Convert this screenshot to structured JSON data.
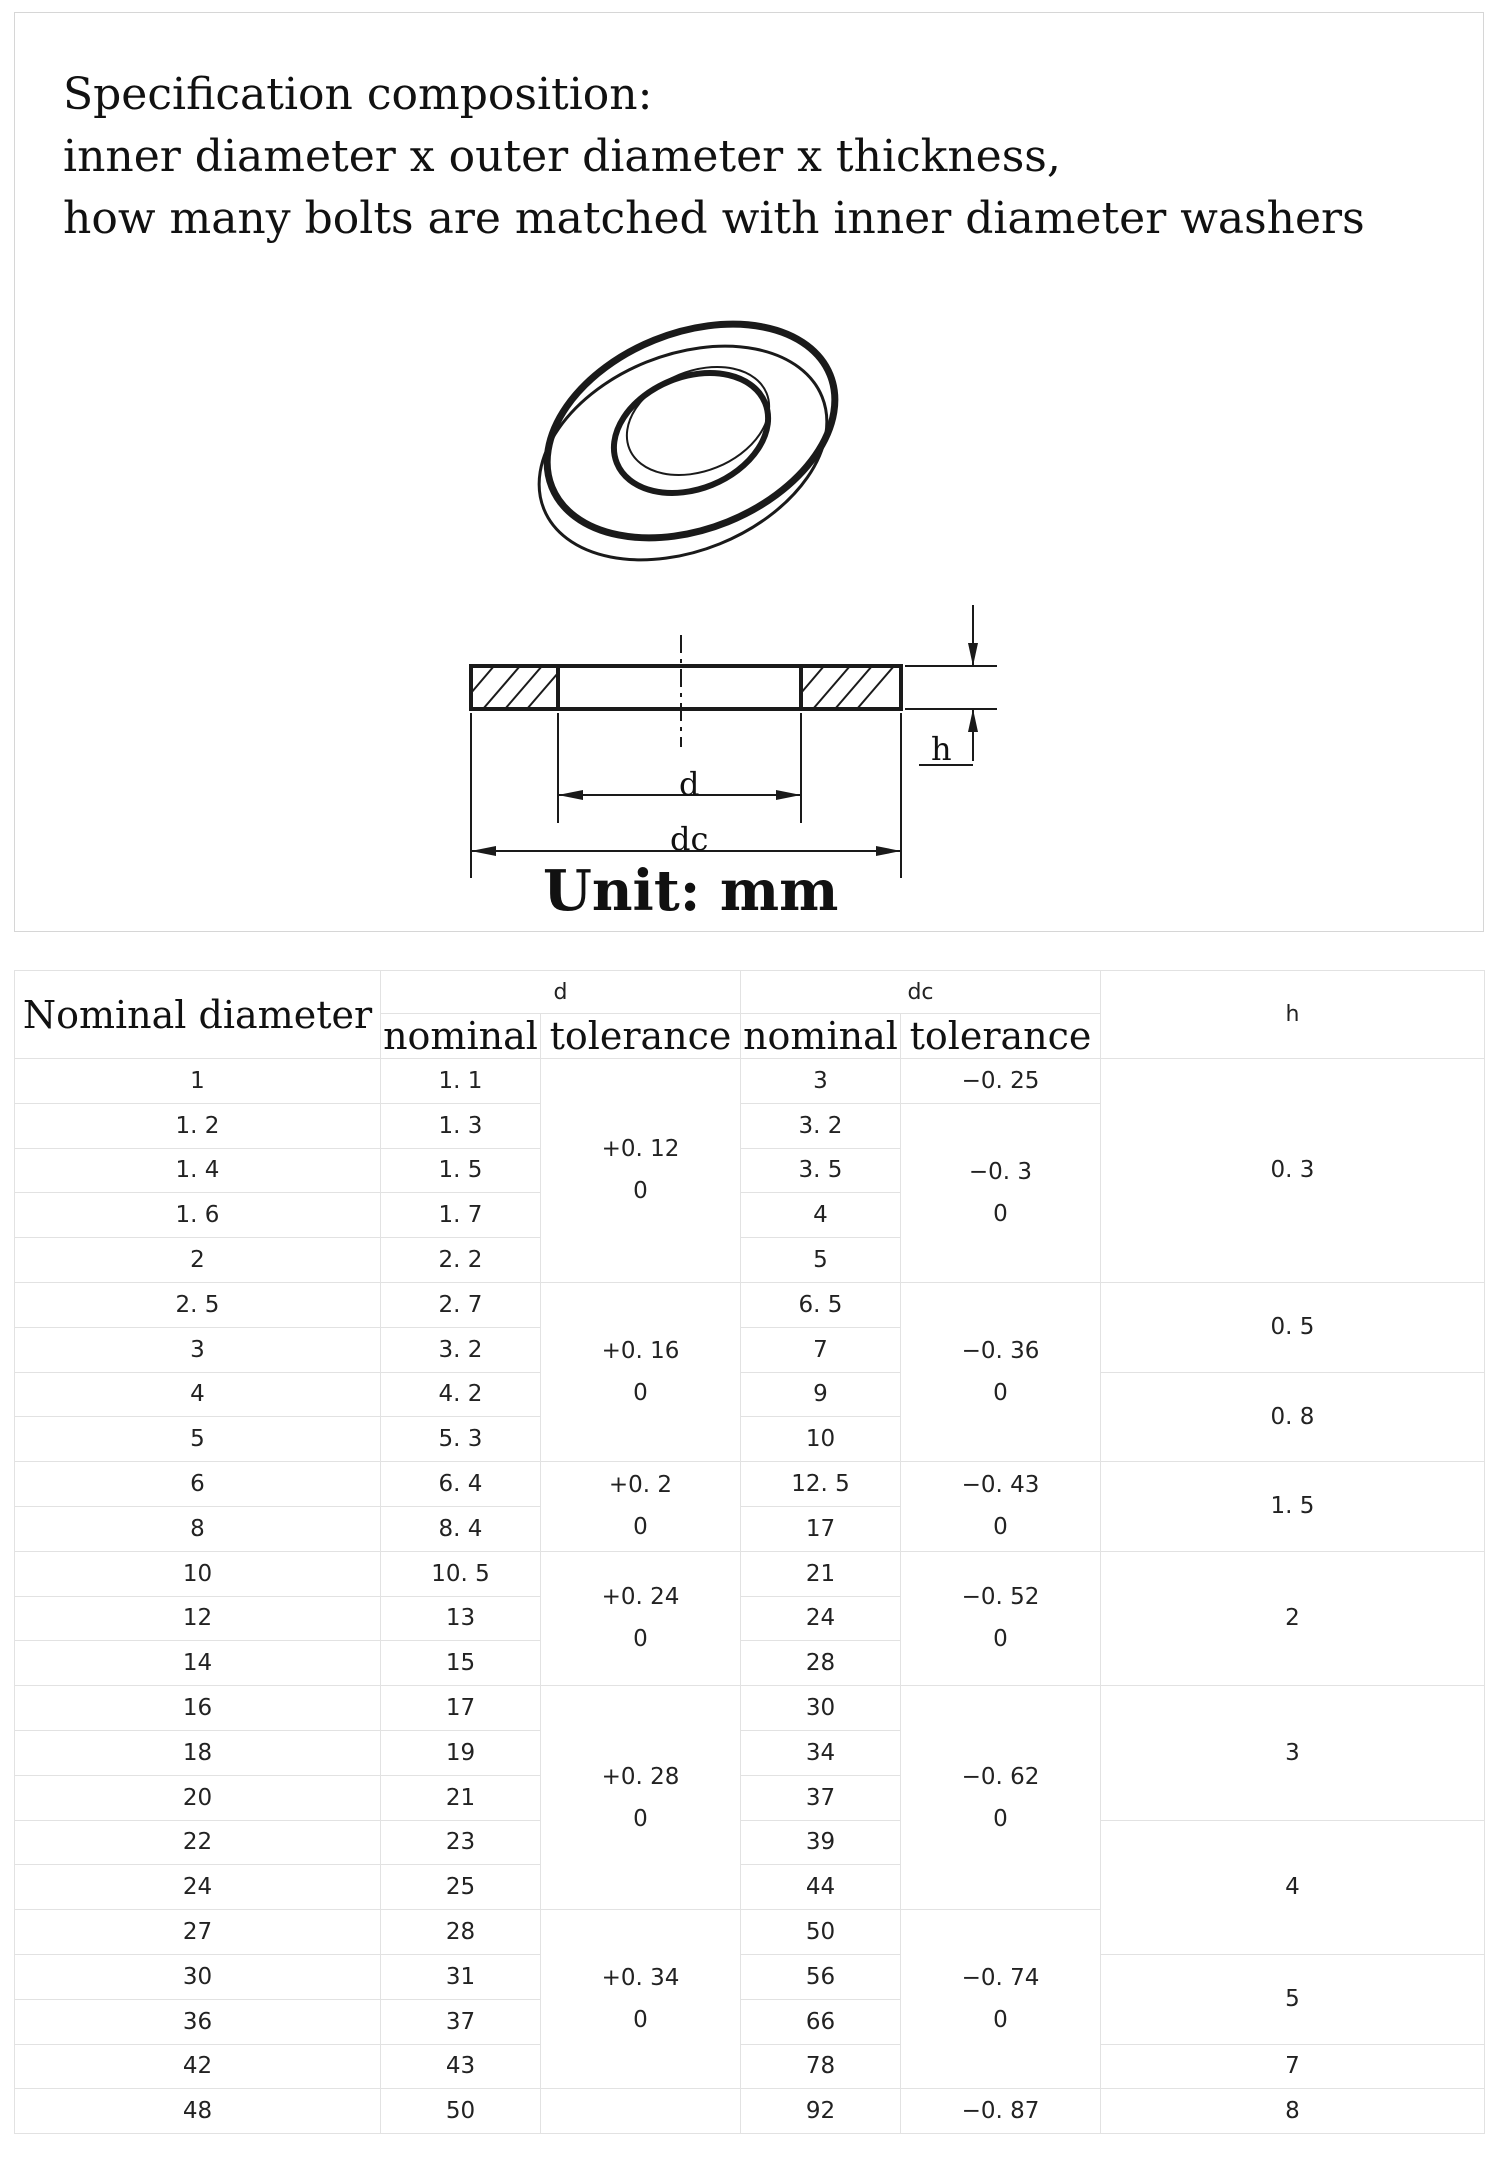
{
  "header": {
    "lines": [
      "Specification composition:",
      "inner diameter x outer diameter x thickness,",
      "how many bolts are matched with inner diameter washers"
    ]
  },
  "diagram": {
    "labels": {
      "d": "d",
      "dc": "dc",
      "h": "h"
    },
    "unit": "Unit: mm"
  },
  "table": {
    "headers": {
      "nominal_diameter": "Nominal diameter",
      "d": "d",
      "dc": "dc",
      "h": "h",
      "nominal": "nominal",
      "tolerance": "tolerance"
    },
    "rows": [
      {
        "nd": "1",
        "d": "1. 1",
        "dc": "3"
      },
      {
        "nd": "1. 2",
        "d": "1. 3",
        "dc": "3. 2"
      },
      {
        "nd": "1. 4",
        "d": "1. 5",
        "dc": "3. 5"
      },
      {
        "nd": "1. 6",
        "d": "1. 7",
        "dc": "4"
      },
      {
        "nd": "2",
        "d": "2. 2",
        "dc": "5"
      },
      {
        "nd": "2. 5",
        "d": "2. 7",
        "dc": "6. 5"
      },
      {
        "nd": "3",
        "d": "3. 2",
        "dc": "7"
      },
      {
        "nd": "4",
        "d": "4. 2",
        "dc": "9"
      },
      {
        "nd": "5",
        "d": "5. 3",
        "dc": "10"
      },
      {
        "nd": "6",
        "d": "6. 4",
        "dc": "12. 5"
      },
      {
        "nd": "8",
        "d": "8. 4",
        "dc": "17"
      },
      {
        "nd": "10",
        "d": "10. 5",
        "dc": "21"
      },
      {
        "nd": "12",
        "d": "13",
        "dc": "24"
      },
      {
        "nd": "14",
        "d": "15",
        "dc": "28"
      },
      {
        "nd": "16",
        "d": "17",
        "dc": "30"
      },
      {
        "nd": "18",
        "d": "19",
        "dc": "34"
      },
      {
        "nd": "20",
        "d": "21",
        "dc": "37"
      },
      {
        "nd": "22",
        "d": "23",
        "dc": "39"
      },
      {
        "nd": "24",
        "d": "25",
        "dc": "44"
      },
      {
        "nd": "27",
        "d": "28",
        "dc": "50"
      },
      {
        "nd": "30",
        "d": "31",
        "dc": "56"
      },
      {
        "nd": "36",
        "d": "37",
        "dc": "66"
      },
      {
        "nd": "42",
        "d": "43",
        "dc": "78"
      },
      {
        "nd": "48",
        "d": "50",
        "dc": "92"
      }
    ],
    "d_tolerance": [
      {
        "upper": "+0. 12",
        "lower": "0"
      },
      {
        "upper": "+0. 16",
        "lower": "0"
      },
      {
        "upper": "+0. 2",
        "lower": "0"
      },
      {
        "upper": "+0. 24",
        "lower": "0"
      },
      {
        "upper": "+0. 28",
        "lower": "0"
      },
      {
        "upper": "+0. 34",
        "lower": "0"
      }
    ],
    "dc_tolerance": [
      {
        "upper": "−0. 25"
      },
      {
        "upper": "−0. 3",
        "lower": "0"
      },
      {
        "upper": "−0. 36",
        "lower": "0"
      },
      {
        "upper": "−0. 43",
        "lower": "0"
      },
      {
        "upper": "−0. 52",
        "lower": "0"
      },
      {
        "upper": "−0. 62",
        "lower": "0"
      },
      {
        "upper": "−0. 74",
        "lower": "0"
      },
      {
        "upper": "−0. 87"
      }
    ],
    "h": [
      "0. 3",
      "0. 5",
      "0. 8",
      "1. 5",
      "2",
      "3",
      "4",
      "5",
      "7",
      "8"
    ]
  }
}
